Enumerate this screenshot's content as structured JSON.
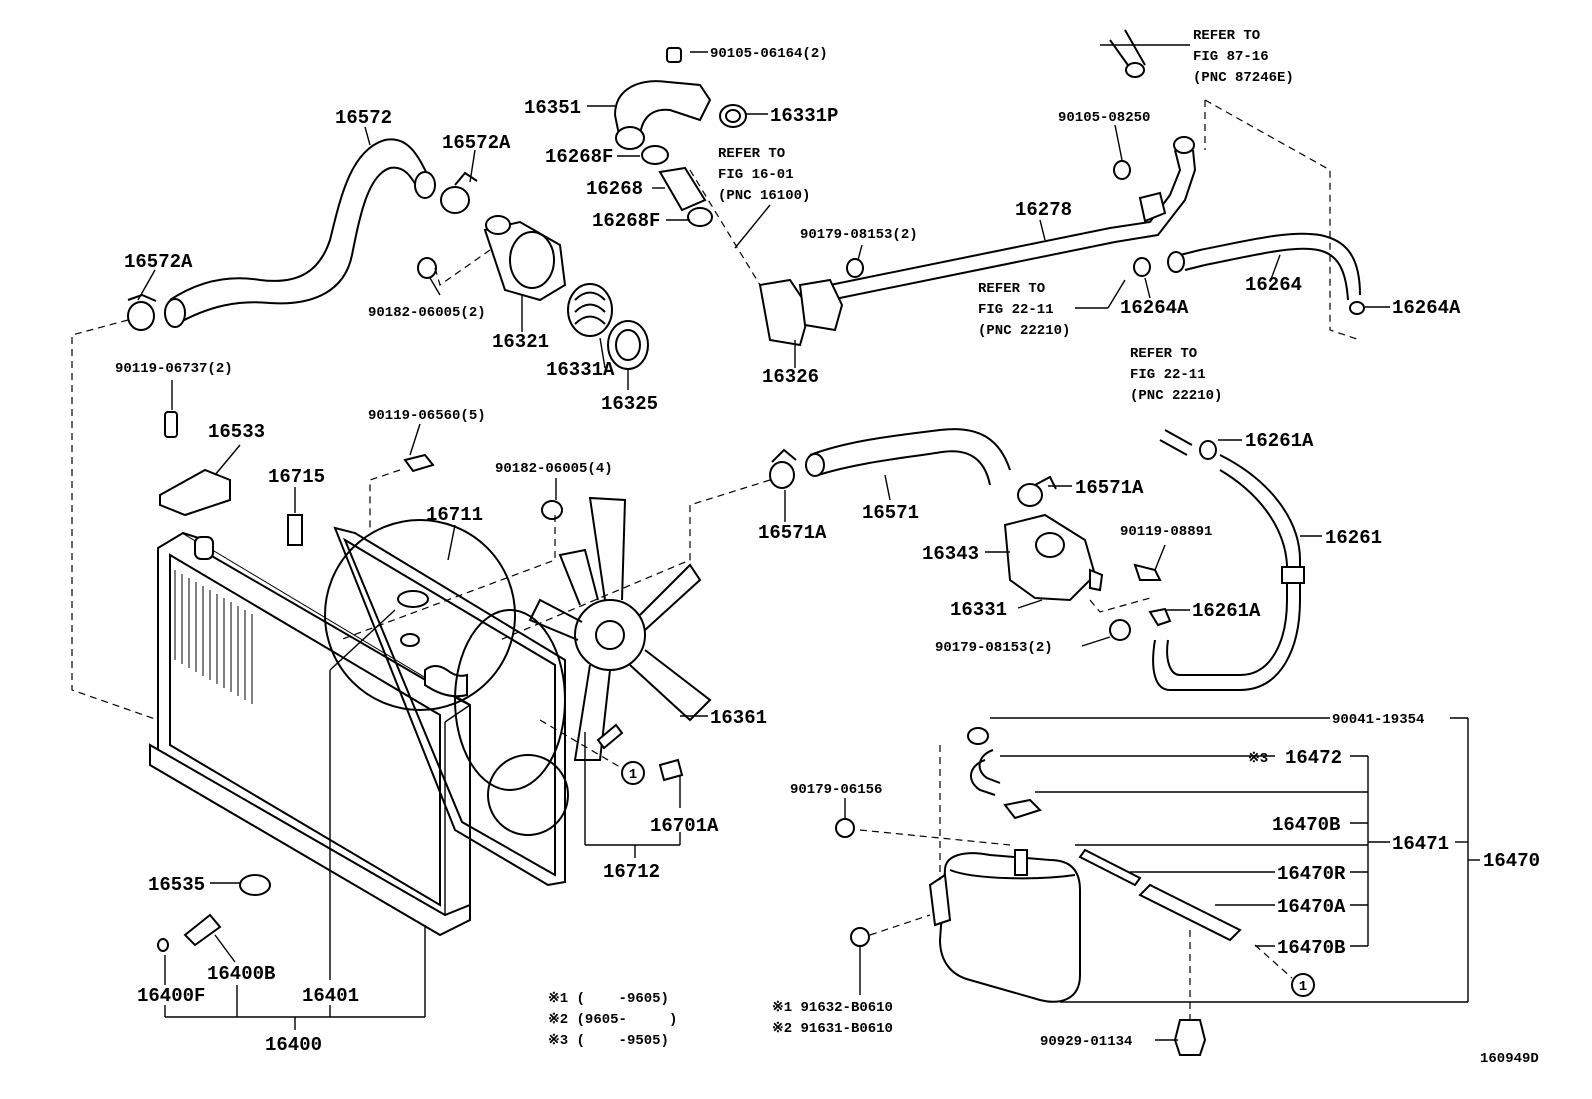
{
  "labels": {
    "p90105_06164": "90105-06164(2)",
    "p16351": "16351",
    "p16331P": "16331P",
    "p16572": "16572",
    "p16572A_top": "16572A",
    "p16268F_top": "16268F",
    "p16268": "16268",
    "p16268F_bot": "16268F",
    "refer_1601": "REFER TO",
    "fig_1601": "FIG 16-01",
    "pnc_16100": "(PNC 16100)",
    "p16572A_left": "16572A",
    "p90182_06005_2": "90182-06005(2)",
    "p16321": "16321",
    "p16331A": "16331A",
    "p16325": "16325",
    "p16326": "16326",
    "p90179_08153_2_top": "90179-08153(2)",
    "p16278": "16278",
    "p90105_08250": "90105-08250",
    "refer_8716": "REFER TO",
    "fig_8716": "FIG 87-16",
    "pnc_87246E": "(PNC 87246E)",
    "refer_2211_a": "REFER TO",
    "fig_2211_a": "FIG 22-11",
    "pnc_22210_a": "(PNC 22210)",
    "p16264A_mid": "16264A",
    "p16264": "16264",
    "p16264A_right": "16264A",
    "refer_2211_b": "REFER TO",
    "fig_2211_b": "FIG 22-11",
    "pnc_22210_b": "(PNC 22210)",
    "p90119_06737_2": "90119-06737(2)",
    "p16533": "16533",
    "p90119_06560_5": "90119-06560(5)",
    "p16715": "16715",
    "p16711": "16711",
    "p90182_06005_4": "90182-06005(4)",
    "p16571A_left": "16571A",
    "p16571": "16571",
    "p16571A_right": "16571A",
    "p16261A_top": "16261A",
    "p16343": "16343",
    "p90119_08891": "90119-08891",
    "p16261": "16261",
    "p16331": "16331",
    "p16261A_bot": "16261A",
    "p90179_08153_2_bot": "90179-08153(2)",
    "p16361": "16361",
    "p90041_19354": "90041-19354",
    "note3_16472": "※3",
    "p16472": "16472",
    "p90179_06156": "90179-06156",
    "p16470B_top": "16470B",
    "p16471": "16471",
    "p16470": "16470",
    "p16470R": "16470R",
    "p16470A": "16470A",
    "p16470B_bot": "16470B",
    "p16701A": "16701A",
    "p16712": "16712",
    "p16535": "16535",
    "p16400B": "16400B",
    "p16400F": "16400F",
    "p16401": "16401",
    "p16400": "16400",
    "note1": "※1 (    -9605)",
    "note2": "※2 (9605-     )",
    "note3": "※3 (    -9505)",
    "alt1": "※1 91632-B0610",
    "alt2": "※2 91631-B0610",
    "p90929_01134": "90929-01134",
    "circle1_a": "1",
    "circle1_b": "1",
    "diagram_id": "160949D"
  }
}
